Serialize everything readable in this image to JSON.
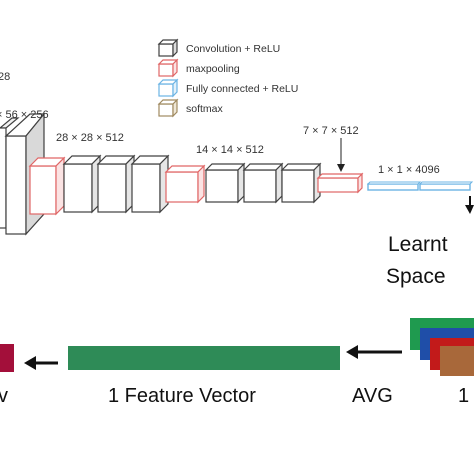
{
  "legend": {
    "items": [
      {
        "label": "Convolution + ReLU",
        "color": "#404040"
      },
      {
        "label": "maxpooling",
        "color": "#e06666"
      },
      {
        "label": "Fully connected + ReLU",
        "color": "#7fc6ee"
      },
      {
        "label": "softmax",
        "color": "#a08a60"
      }
    ]
  },
  "network": {
    "dims": [
      "28",
      "× 56 × 256",
      "28 × 28 × 512",
      "14 × 14 × 512",
      "7 × 7 × 512",
      "1 × 1 × 4096"
    ]
  },
  "learnt_space": {
    "line1": "Learnt",
    "line2": "Space"
  },
  "bottom": {
    "feature_vector_label": "1 Feature Vector",
    "avg_label": "AVG",
    "right_cut_label": "1",
    "left_cut_label": "v"
  },
  "colors": {
    "conv_stroke": "#404040",
    "pool_stroke": "#e06666",
    "fc_stroke": "#6cb4e4",
    "feature_green": "#2e8b57",
    "crimson": "#a30f3a",
    "stack_green": "#1f9a4f",
    "stack_blue": "#1f4ea8",
    "stack_red": "#c21a1a",
    "stack_brown": "#a8683a"
  }
}
